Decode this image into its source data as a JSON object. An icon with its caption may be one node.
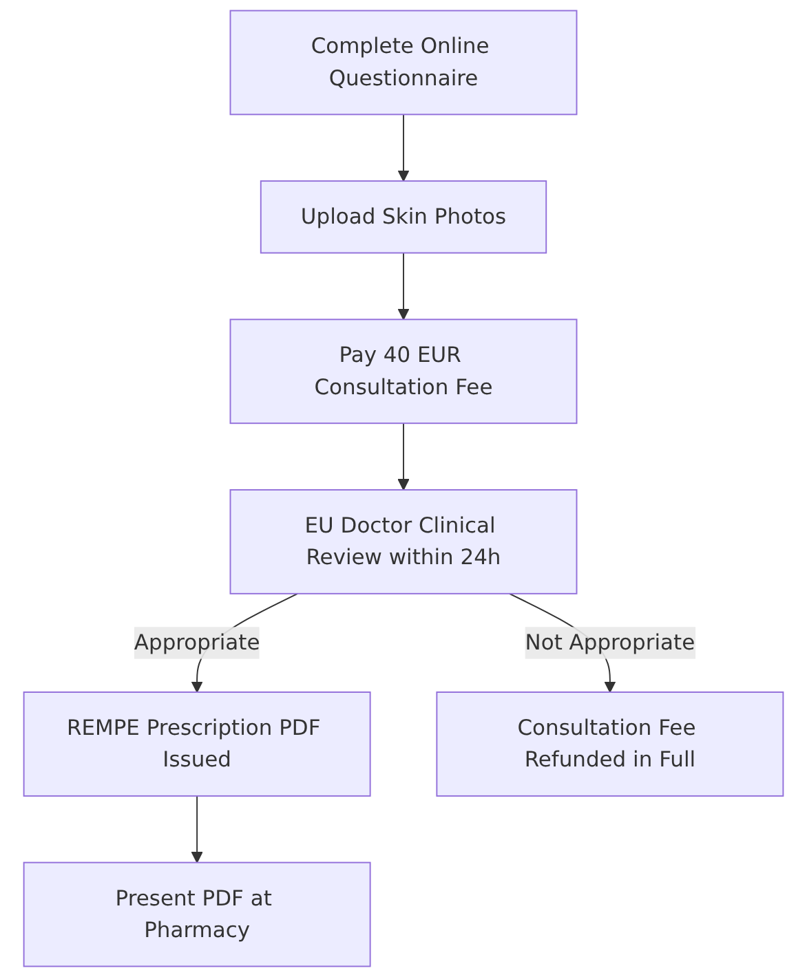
{
  "diagram": {
    "nodes": [
      {
        "text": [
          "Complete Online Questionnaire"
        ]
      },
      {
        "text": [
          "Upload Skin Photos"
        ]
      },
      {
        "text": [
          "Pay 40 EUR Consultation Fee"
        ]
      },
      {
        "text": [
          "EU Doctor Clinical Review within 24h"
        ]
      },
      {
        "text": [
          "REMPE Prescription PDF Issued"
        ]
      },
      {
        "text": [
          "Consultation Fee Refunded in Full"
        ]
      },
      {
        "text": [
          "Present PDF at Pharmacy"
        ]
      }
    ],
    "edges": [
      {
        "from": 0,
        "to": 1,
        "arrow": "to"
      },
      {
        "from": 1,
        "to": 2,
        "arrow": "to"
      },
      {
        "from": 2,
        "to": 3,
        "arrow": "to"
      },
      {
        "from": 3,
        "to": 4,
        "arrow": "to",
        "label": "Appropriate"
      },
      {
        "from": 3,
        "to": 5,
        "arrow": "to",
        "label": "Not Appropriate"
      },
      {
        "from": 4,
        "to": 6,
        "arrow": "to"
      }
    ]
  }
}
